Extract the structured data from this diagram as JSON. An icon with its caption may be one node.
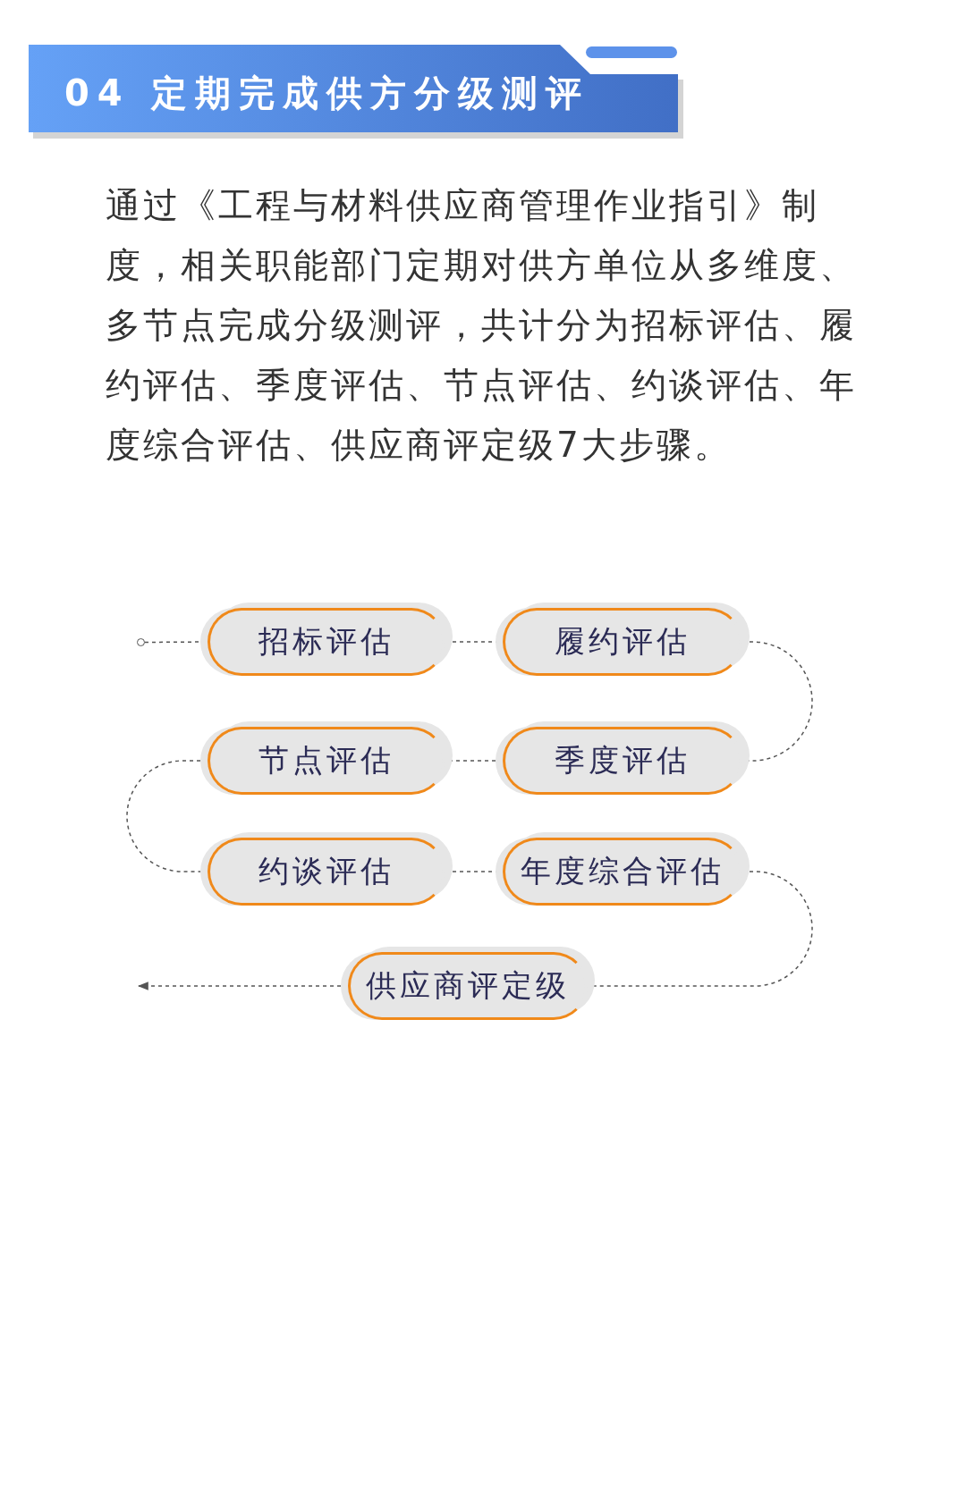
{
  "diagram": {
    "title": "04 定期完成供方分级测评",
    "nodes": [
      {
        "text": [],
        "shape": "circle"
      },
      {
        "text": [
          "招标评估"
        ]
      },
      {
        "text": [
          "履约评估"
        ]
      },
      {
        "text": [
          "季度评估"
        ]
      },
      {
        "text": [
          "节点评估"
        ]
      },
      {
        "text": [
          "约谈评估"
        ]
      },
      {
        "text": [
          "年度综合评估"
        ]
      },
      {
        "text": [
          "供应商评定级"
        ]
      }
    ],
    "edges": [
      {
        "from": 0,
        "to": 1,
        "arrow": "none"
      },
      {
        "from": 1,
        "to": 2,
        "arrow": "none"
      },
      {
        "from": 2,
        "to": 3,
        "arrow": "none"
      },
      {
        "from": 3,
        "to": 4,
        "arrow": "none"
      },
      {
        "from": 4,
        "to": 5,
        "arrow": "none"
      },
      {
        "from": 5,
        "to": 6,
        "arrow": "none"
      },
      {
        "from": 6,
        "to": 7,
        "arrow": "none"
      },
      {
        "from": 7,
        "to": null,
        "arrow": "to"
      }
    ],
    "labels": [
      "通过《工程与材料供应商管理作业指引》制度，相关职能部门定期对供方单位从多维度、多节点完成分级测评，共计分为招标评估、履约评估、季度评估、节点评估、约谈评估、年度综合评估、供应商评定级7大步骤。"
    ]
  }
}
